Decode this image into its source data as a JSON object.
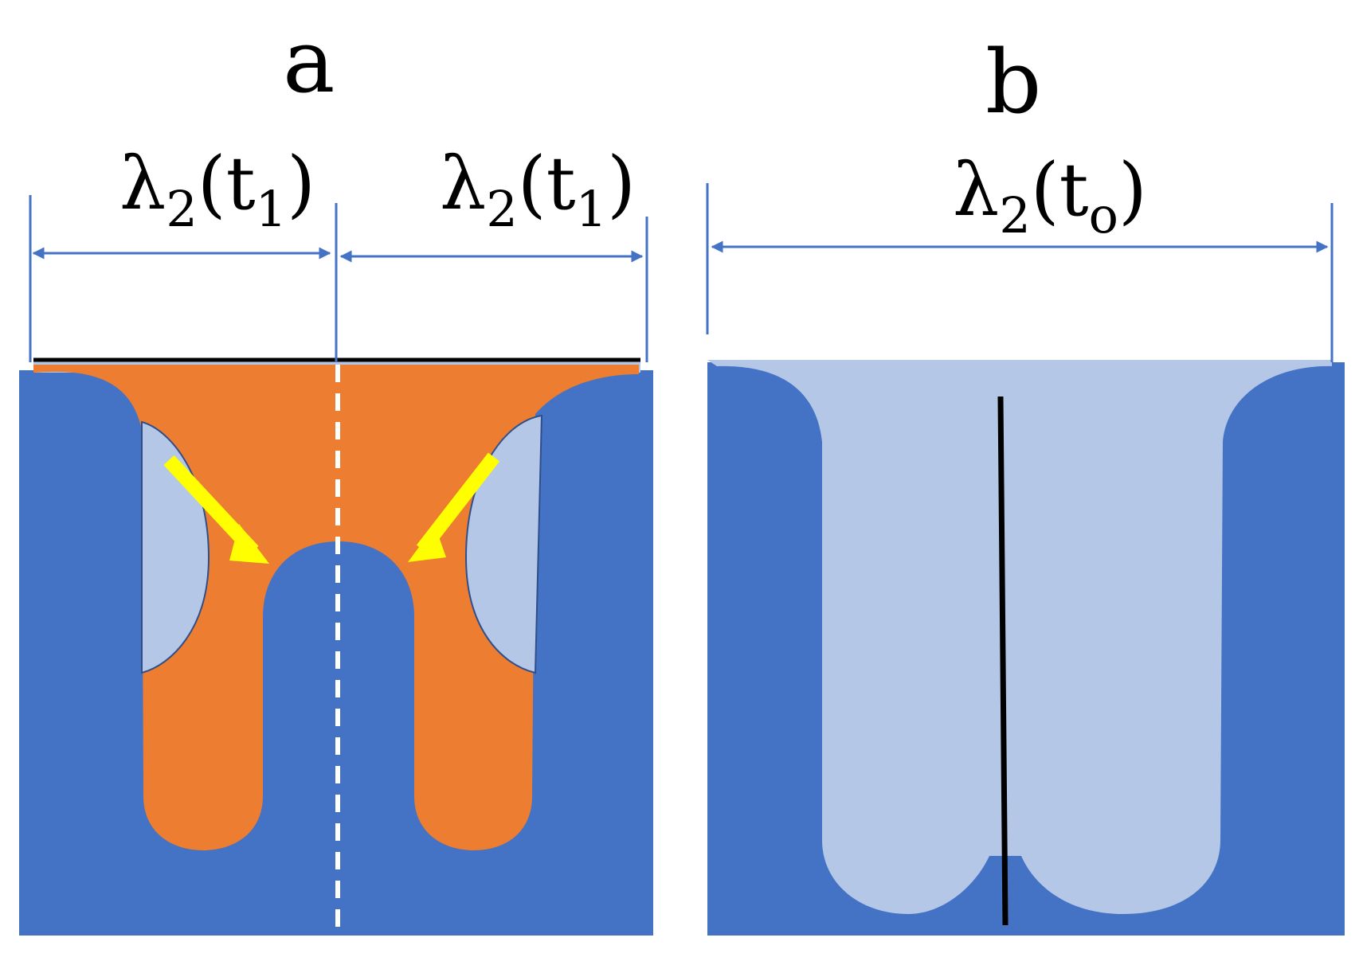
{
  "panels": {
    "a": {
      "label": "a",
      "left_dimension": {
        "symbol": "λ",
        "sub": "2",
        "arg": "t",
        "arg_sub": "1"
      },
      "right_dimension": {
        "symbol": "λ",
        "sub": "2",
        "arg": "t",
        "arg_sub": "1"
      }
    },
    "b": {
      "label": "b",
      "dimension": {
        "symbol": "λ",
        "sub": "2",
        "arg": "t",
        "arg_sub": "o"
      }
    }
  },
  "colors": {
    "solid": "#4472c4",
    "liquid_light": "#b4c7e7",
    "liquid_orange": "#ed7d31",
    "arrow": "#ffff00",
    "dimension_line": "#4472c4",
    "boundary_line": "#000000",
    "centerline": "#ffffff"
  }
}
